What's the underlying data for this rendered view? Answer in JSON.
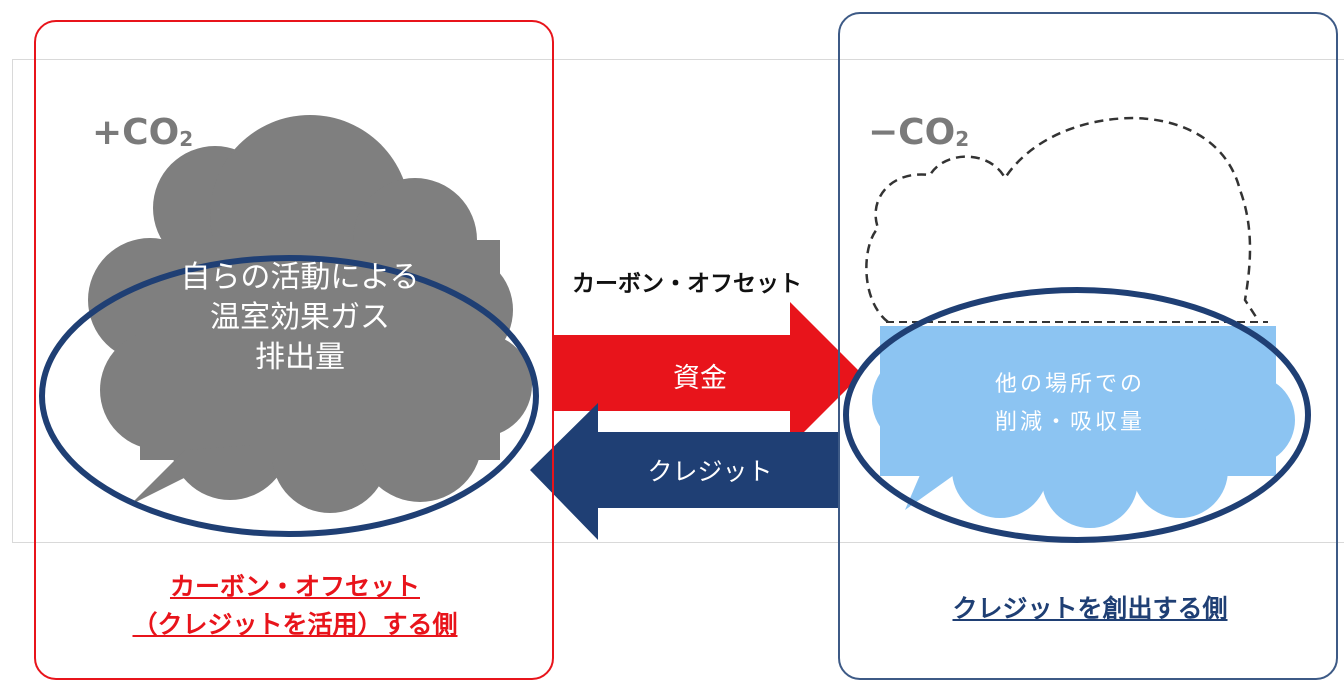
{
  "left": {
    "co2_label": "+CO",
    "co2_sub": "2",
    "cloud_lines": [
      "自らの活動による",
      "温室効果ガス",
      "排出量"
    ],
    "side_label_line1": "カーボン・オフセット",
    "side_label_line2": "（クレジットを活用）する側"
  },
  "right": {
    "co2_label": "−CO",
    "co2_sub": "2",
    "cloud_lines": [
      "他の場所での",
      "削減・吸収量"
    ],
    "side_label": "クレジットを創出する側"
  },
  "center": {
    "offset_label": "カーボン・オフセット",
    "funds_label": "資金",
    "credit_label": "クレジット"
  },
  "colors": {
    "red": "#e8141b",
    "navy": "#1f3f74",
    "gray_cloud": "#7f7f7f",
    "blue_cloud": "#8cc4f2"
  }
}
